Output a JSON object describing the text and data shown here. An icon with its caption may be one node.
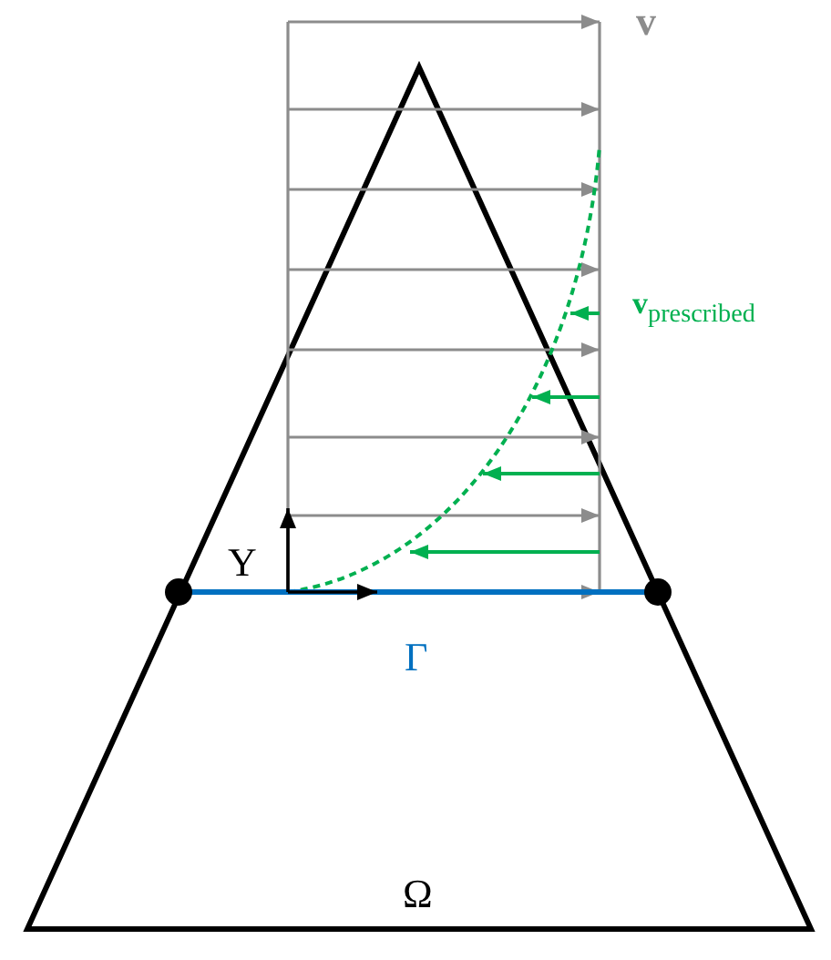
{
  "diagram": {
    "labels": [
      "v",
      "**v**$_{prescribed}$",
      "Y",
      "Γ",
      "Ω"
    ]
  }
}
